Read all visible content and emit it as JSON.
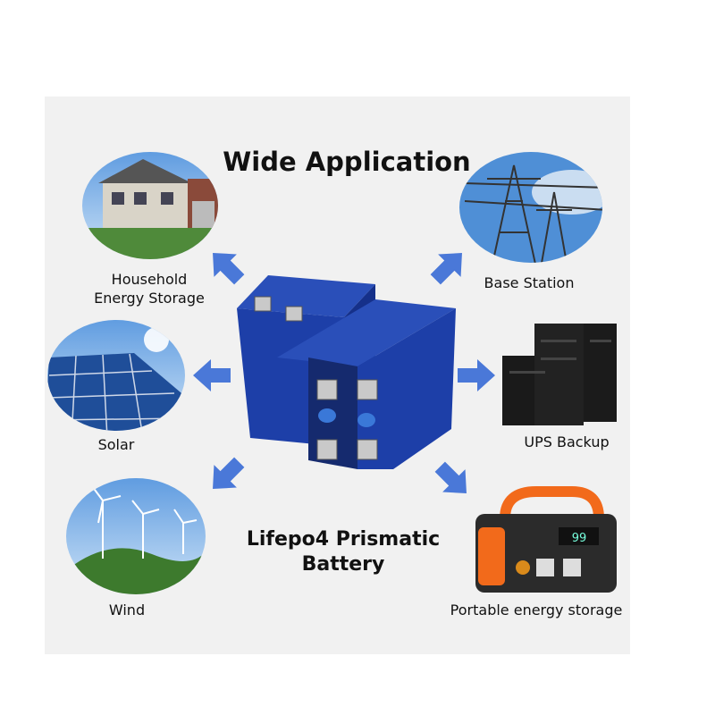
{
  "title": "Wide Application",
  "product": {
    "line1": "Lifepo4 Prismatic",
    "line2": "Battery"
  },
  "applications": [
    {
      "line1": "Household",
      "line2": "Energy Storage"
    },
    {
      "line1": "Base Station"
    },
    {
      "line1": "Solar"
    },
    {
      "line1": "UPS Backup"
    },
    {
      "line1": "Wind"
    },
    {
      "line1": "Portable energy storage"
    }
  ],
  "colors": {
    "arrow": "#4a78d8",
    "battery": "#1d3fa8",
    "panel": "#f1f1f1"
  },
  "portable_display": "99"
}
